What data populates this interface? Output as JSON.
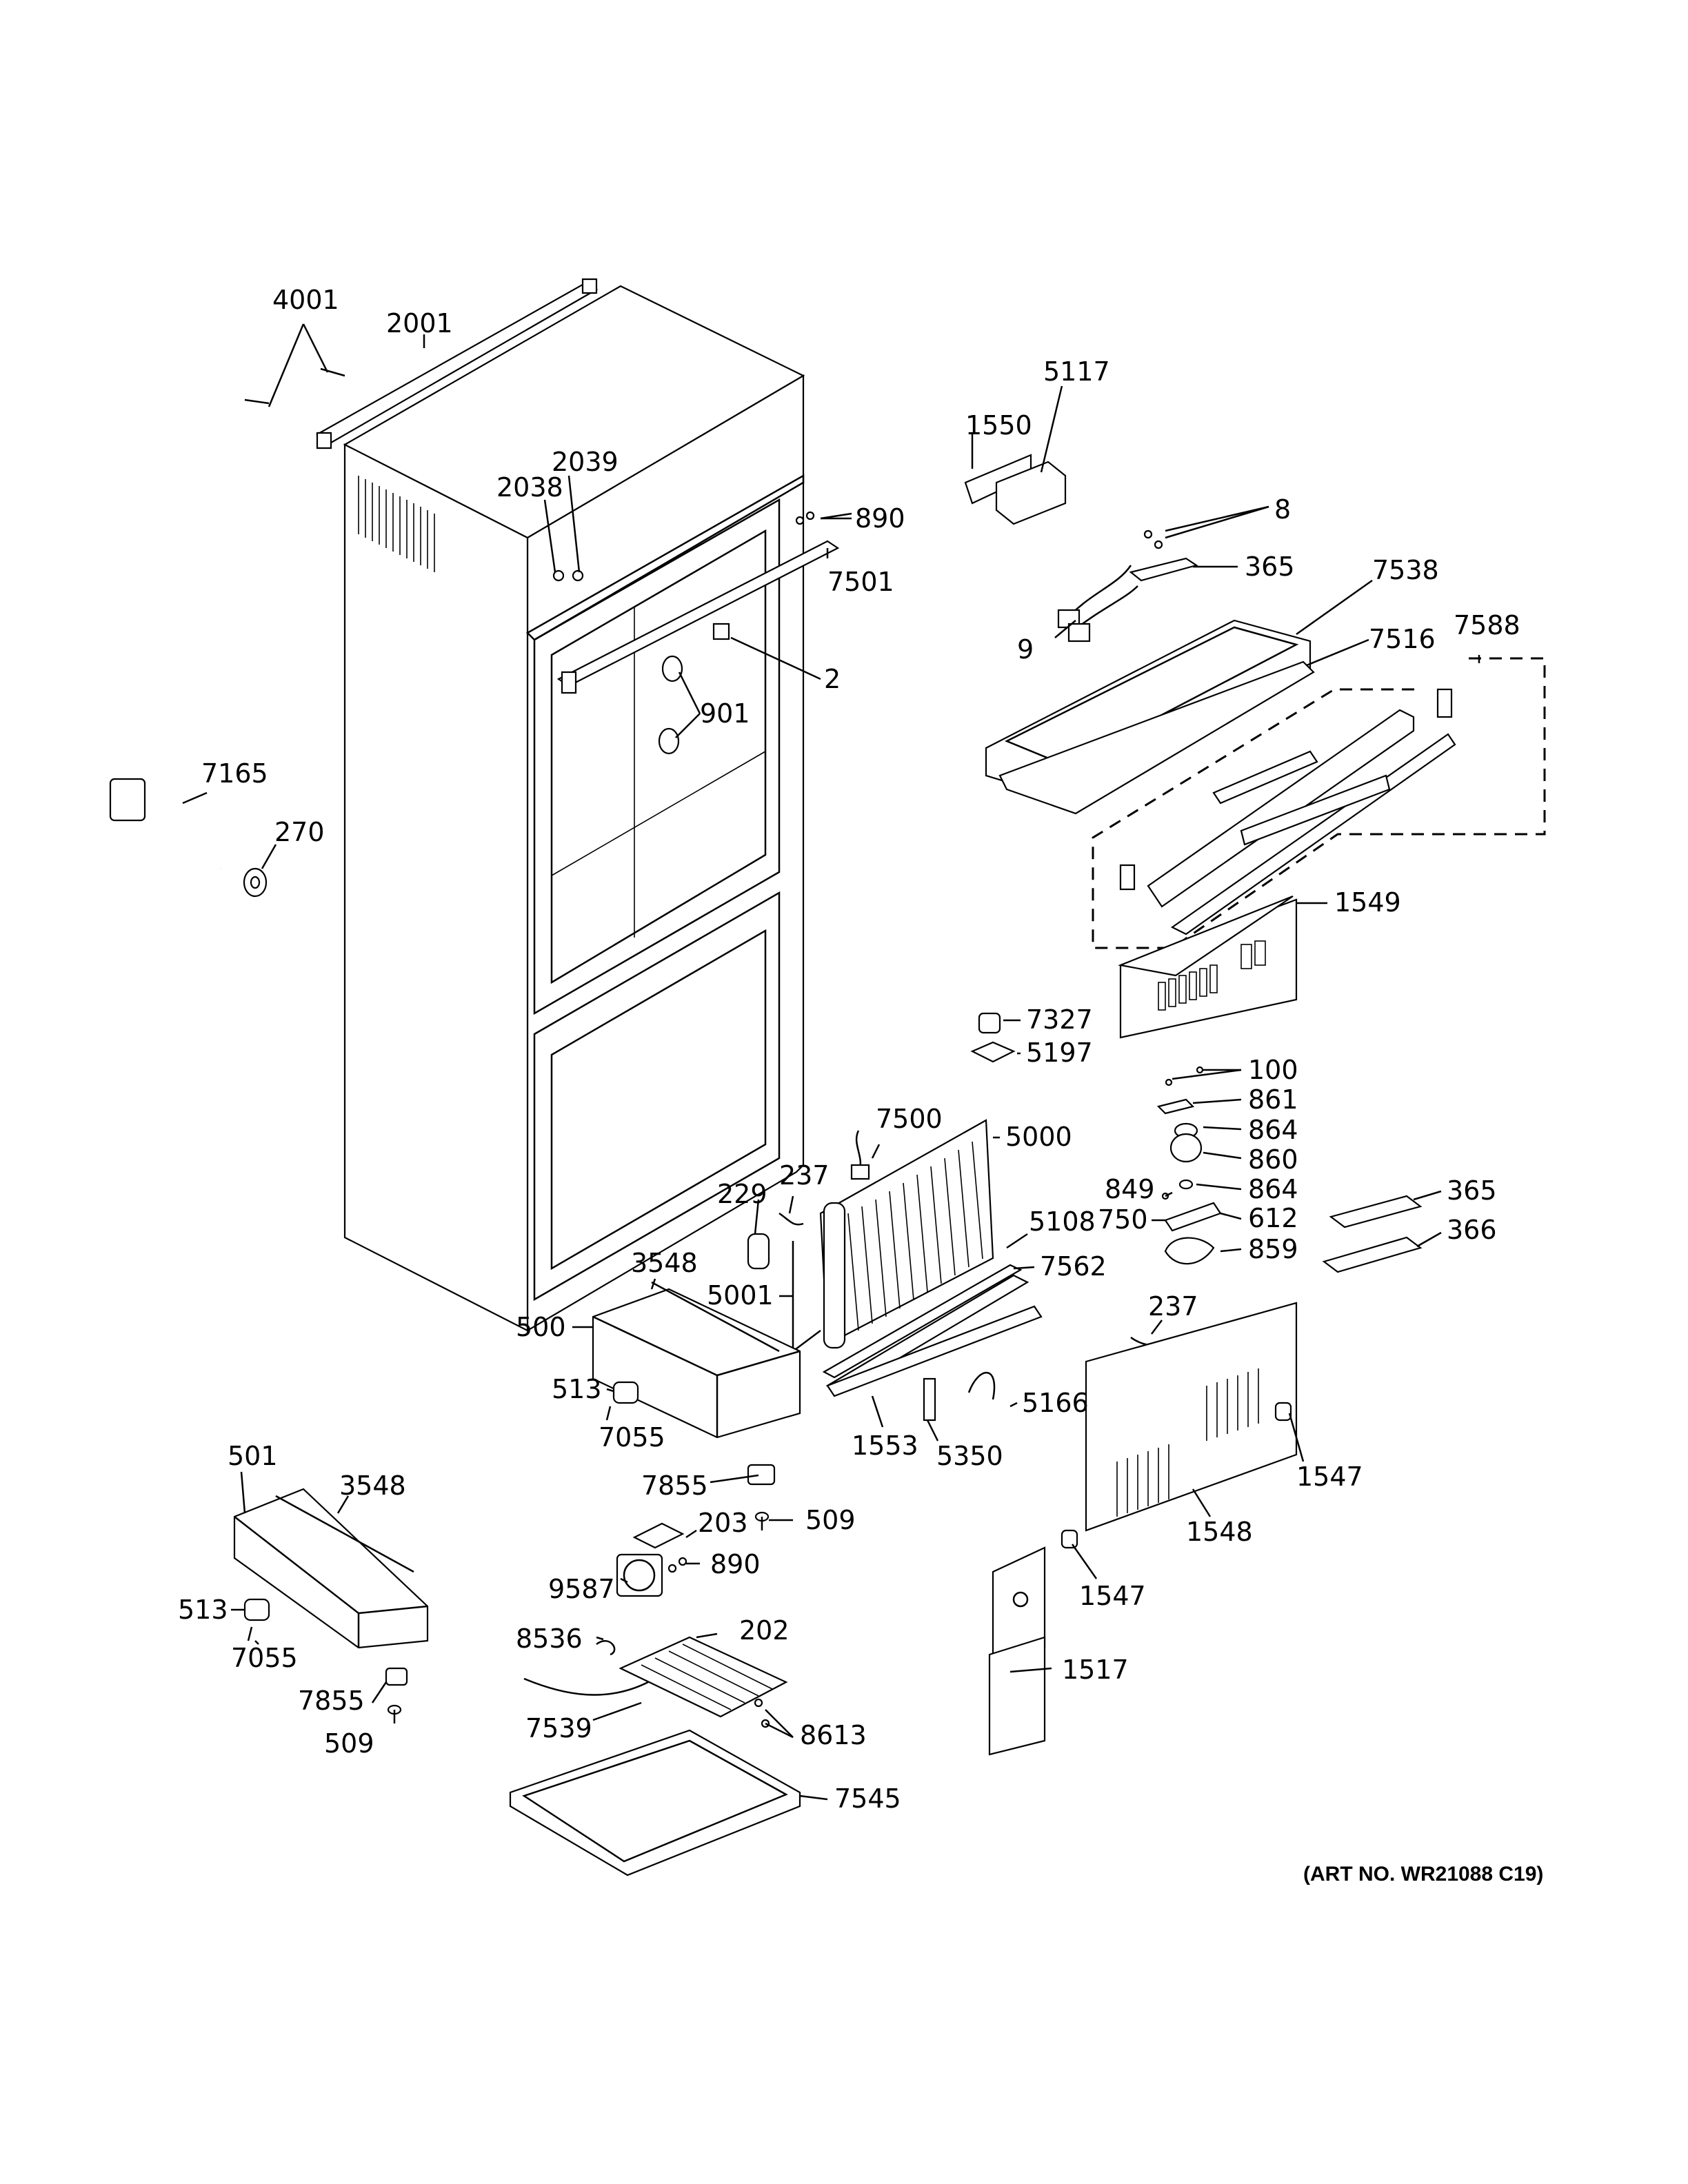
{
  "art_number": "(ART NO. WR21088 C19)",
  "callouts": [
    {
      "id": "4001",
      "label": "4001"
    },
    {
      "id": "2001",
      "label": "2001"
    },
    {
      "id": "2039",
      "label": "2039"
    },
    {
      "id": "2038",
      "label": "2038"
    },
    {
      "id": "890-top",
      "label": "890"
    },
    {
      "id": "7501",
      "label": "7501"
    },
    {
      "id": "2",
      "label": "2"
    },
    {
      "id": "901",
      "label": "901"
    },
    {
      "id": "7165",
      "label": "7165"
    },
    {
      "id": "270",
      "label": "270"
    },
    {
      "id": "5117",
      "label": "5117"
    },
    {
      "id": "1550",
      "label": "1550"
    },
    {
      "id": "8",
      "label": "8"
    },
    {
      "id": "365-top",
      "label": "365"
    },
    {
      "id": "7538",
      "label": "7538"
    },
    {
      "id": "9",
      "label": "9"
    },
    {
      "id": "7516",
      "label": "7516"
    },
    {
      "id": "7588",
      "label": "7588"
    },
    {
      "id": "1549",
      "label": "1549"
    },
    {
      "id": "7327",
      "label": "7327"
    },
    {
      "id": "5197",
      "label": "5197"
    },
    {
      "id": "100",
      "label": "100"
    },
    {
      "id": "861",
      "label": "861"
    },
    {
      "id": "864-a",
      "label": "864"
    },
    {
      "id": "860",
      "label": "860"
    },
    {
      "id": "864-b",
      "label": "864"
    },
    {
      "id": "849",
      "label": "849"
    },
    {
      "id": "612",
      "label": "612"
    },
    {
      "id": "750",
      "label": "750"
    },
    {
      "id": "859",
      "label": "859"
    },
    {
      "id": "365-mid",
      "label": "365"
    },
    {
      "id": "366",
      "label": "366"
    },
    {
      "id": "7500",
      "label": "7500"
    },
    {
      "id": "5000",
      "label": "5000"
    },
    {
      "id": "229",
      "label": "229"
    },
    {
      "id": "237-a",
      "label": "237"
    },
    {
      "id": "5108",
      "label": "5108"
    },
    {
      "id": "7562",
      "label": "7562"
    },
    {
      "id": "3548-a",
      "label": "3548"
    },
    {
      "id": "5001",
      "label": "5001"
    },
    {
      "id": "500",
      "label": "500"
    },
    {
      "id": "513-a",
      "label": "513"
    },
    {
      "id": "7055-a",
      "label": "7055"
    },
    {
      "id": "237-b",
      "label": "237"
    },
    {
      "id": "5166",
      "label": "5166"
    },
    {
      "id": "1553",
      "label": "1553"
    },
    {
      "id": "5350",
      "label": "5350"
    },
    {
      "id": "1547-a",
      "label": "1547"
    },
    {
      "id": "7855-a",
      "label": "7855"
    },
    {
      "id": "509-a",
      "label": "509"
    },
    {
      "id": "1548",
      "label": "1548"
    },
    {
      "id": "203",
      "label": "203"
    },
    {
      "id": "890-bot",
      "label": "890"
    },
    {
      "id": "9587",
      "label": "9587"
    },
    {
      "id": "1547-b",
      "label": "1547"
    },
    {
      "id": "501",
      "label": "501"
    },
    {
      "id": "3548-b",
      "label": "3548"
    },
    {
      "id": "513-b",
      "label": "513"
    },
    {
      "id": "7055-b",
      "label": "7055"
    },
    {
      "id": "8536",
      "label": "8536"
    },
    {
      "id": "202",
      "label": "202"
    },
    {
      "id": "7855-b",
      "label": "7855"
    },
    {
      "id": "509-b",
      "label": "509"
    },
    {
      "id": "1517",
      "label": "1517"
    },
    {
      "id": "7539",
      "label": "7539"
    },
    {
      "id": "8613",
      "label": "8613"
    },
    {
      "id": "7545",
      "label": "7545"
    }
  ]
}
